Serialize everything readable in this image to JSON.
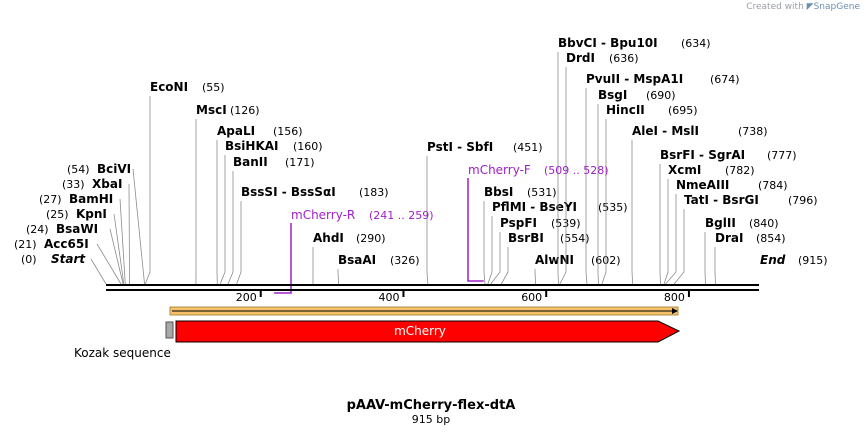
{
  "credit": {
    "prefix": "Created with",
    "brand": "SnapGene"
  },
  "plasmid": {
    "name": "pAAV-mCherry-flex-dtA",
    "length_label": "915 bp",
    "length": 915
  },
  "left_sites": [
    {
      "pos": 54,
      "label": "(54)",
      "name": "BciVI"
    },
    {
      "pos": 33,
      "label": "(33)",
      "name": "XbaI"
    },
    {
      "pos": 27,
      "label": "(27)",
      "name": "BamHI"
    },
    {
      "pos": 25,
      "label": "(25)",
      "name": "KpnI"
    },
    {
      "pos": 24,
      "label": "(24)",
      "name": "BsaWI"
    },
    {
      "pos": 21,
      "label": "(21)",
      "name": "Acc65I"
    },
    {
      "pos": 0,
      "label": "(0)",
      "name": "Start",
      "italic": true
    }
  ],
  "right_sites": [
    {
      "pos": 55,
      "name": "EcoNI",
      "label": "(55)"
    },
    {
      "pos": 126,
      "name": "MscI",
      "label": "(126)"
    },
    {
      "pos": 156,
      "name": "ApaLI",
      "label": "(156)"
    },
    {
      "pos": 160,
      "name": "BsiHKAI",
      "label": "(160)"
    },
    {
      "pos": 171,
      "name": "BanII",
      "label": "(171)"
    },
    {
      "pos": 183,
      "name": "BssSI  -  BssSαI",
      "label": "(183)"
    },
    {
      "pos": 290,
      "name": "AhdI",
      "label": "(290)"
    },
    {
      "pos": 326,
      "name": "BsaAI",
      "label": "(326)"
    },
    {
      "pos": 451,
      "name": "PstI  -  SbfI",
      "label": "(451)"
    },
    {
      "pos": 531,
      "name": "BbsI",
      "label": "(531)"
    },
    {
      "pos": 535,
      "name": "PflMI  -  BseYI",
      "label": "(535)"
    },
    {
      "pos": 539,
      "name": "PspFI",
      "label": "(539)"
    },
    {
      "pos": 554,
      "name": "BsrBI",
      "label": "(554)"
    },
    {
      "pos": 602,
      "name": "AlwNI",
      "label": "(602)"
    },
    {
      "pos": 634,
      "name": "BbvCI  -  Bpu10I",
      "label": "(634)"
    },
    {
      "pos": 636,
      "name": "DrdI",
      "label": "(636)"
    },
    {
      "pos": 674,
      "name": "PvuII  -  MspA1I",
      "label": "(674)"
    },
    {
      "pos": 690,
      "name": "BsgI",
      "label": "(690)"
    },
    {
      "pos": 695,
      "name": "HincII",
      "label": "(695)"
    },
    {
      "pos": 738,
      "name": "AleI  -  MslI",
      "label": "(738)"
    },
    {
      "pos": 777,
      "name": "BsrFI  -  SgrAI",
      "label": "(777)"
    },
    {
      "pos": 782,
      "name": "XcmI",
      "label": "(782)"
    },
    {
      "pos": 784,
      "name": "NmeAIII",
      "label": "(784)"
    },
    {
      "pos": 796,
      "name": "TatI  -  BsrGI",
      "label": "(796)"
    },
    {
      "pos": 840,
      "name": "BglII",
      "label": "(840)"
    },
    {
      "pos": 854,
      "name": "DraI",
      "label": "(854)"
    },
    {
      "pos": 915,
      "name": "End",
      "label": "(915)",
      "italic": true
    }
  ],
  "primers": [
    {
      "name": "mCherry-R",
      "range": "(241 .. 259)",
      "start": 241,
      "end": 259,
      "direction": "reverse"
    },
    {
      "name": "mCherry-F",
      "range": "(509 .. 528)",
      "start": 509,
      "end": 528,
      "direction": "forward"
    }
  ],
  "ticks": [
    {
      "pos": 200,
      "label": "200"
    },
    {
      "pos": 400,
      "label": "400"
    },
    {
      "pos": 600,
      "label": "600"
    },
    {
      "pos": 800,
      "label": "800"
    }
  ],
  "features": {
    "orf": {
      "start": 96,
      "end": 803,
      "color": "#f5c16a"
    },
    "mcherry": {
      "name": "mCherry",
      "start": 96,
      "end": 803,
      "color": "#ff0000"
    },
    "kozak": {
      "name": "Kozak sequence",
      "start": 86,
      "end": 95,
      "color": "#a8a8a8"
    }
  },
  "colors": {
    "primer": "#a020c8",
    "site_line": "#8c8c8c"
  }
}
